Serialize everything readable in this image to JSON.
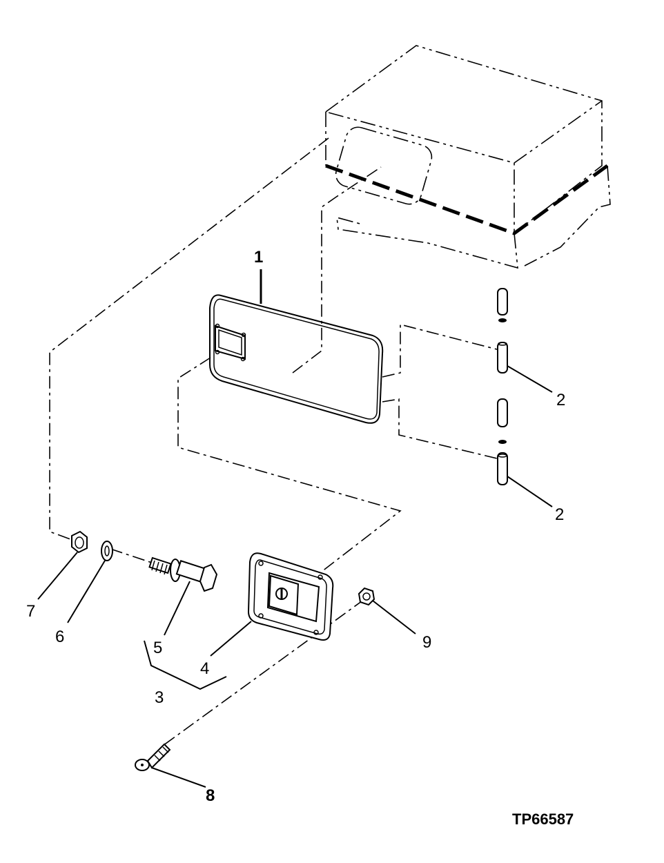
{
  "drawing_code": "TP66587",
  "callouts": [
    {
      "id": "callout-1",
      "text": "1"
    },
    {
      "id": "callout-2a",
      "text": "2"
    },
    {
      "id": "callout-2b",
      "text": "2"
    },
    {
      "id": "callout-3",
      "text": "3"
    },
    {
      "id": "callout-4",
      "text": "4"
    },
    {
      "id": "callout-5",
      "text": "5"
    },
    {
      "id": "callout-6",
      "text": "6"
    },
    {
      "id": "callout-7",
      "text": "7"
    },
    {
      "id": "callout-8",
      "text": "8"
    },
    {
      "id": "callout-9",
      "text": "9"
    }
  ]
}
